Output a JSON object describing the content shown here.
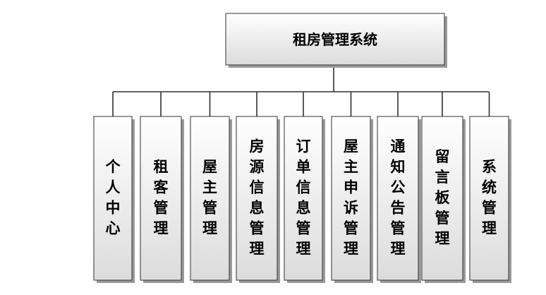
{
  "root": {
    "label": "租房管理系统"
  },
  "children": [
    {
      "label": "个人中心"
    },
    {
      "label": "租客管理"
    },
    {
      "label": "屋主管理"
    },
    {
      "label": "房源信息管理"
    },
    {
      "label": "订单信息管理"
    },
    {
      "label": "屋主申诉管理"
    },
    {
      "label": "通知公告管理"
    },
    {
      "label": "留言板管理"
    },
    {
      "label": "系统管理"
    }
  ],
  "colors": {
    "box_fill_top": "#ffffff",
    "box_fill_bottom": "#dcdcdc",
    "line": "#303030"
  }
}
